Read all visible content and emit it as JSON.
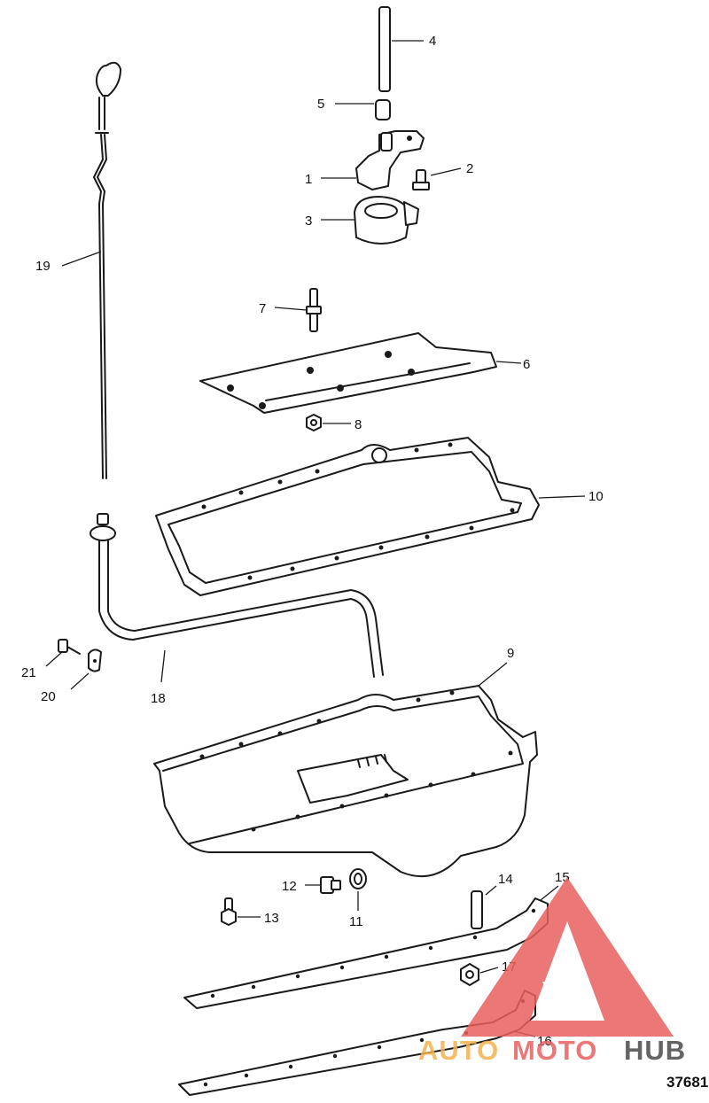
{
  "diagram": {
    "reference_number": "37681",
    "callouts": [
      "1",
      "2",
      "3",
      "4",
      "5",
      "6",
      "7",
      "8",
      "9",
      "10",
      "11",
      "12",
      "13",
      "14",
      "15",
      "16",
      "17",
      "18",
      "19",
      "20",
      "21"
    ]
  },
  "watermark": {
    "text_part1": "AUTO",
    "text_part2": "MOTO",
    "text_part3": "HUB",
    "colors": {
      "triangle": "#e8605f",
      "auto": "#f4b24d",
      "moto": "#e8605f",
      "hub": "#4a4a4a"
    }
  }
}
